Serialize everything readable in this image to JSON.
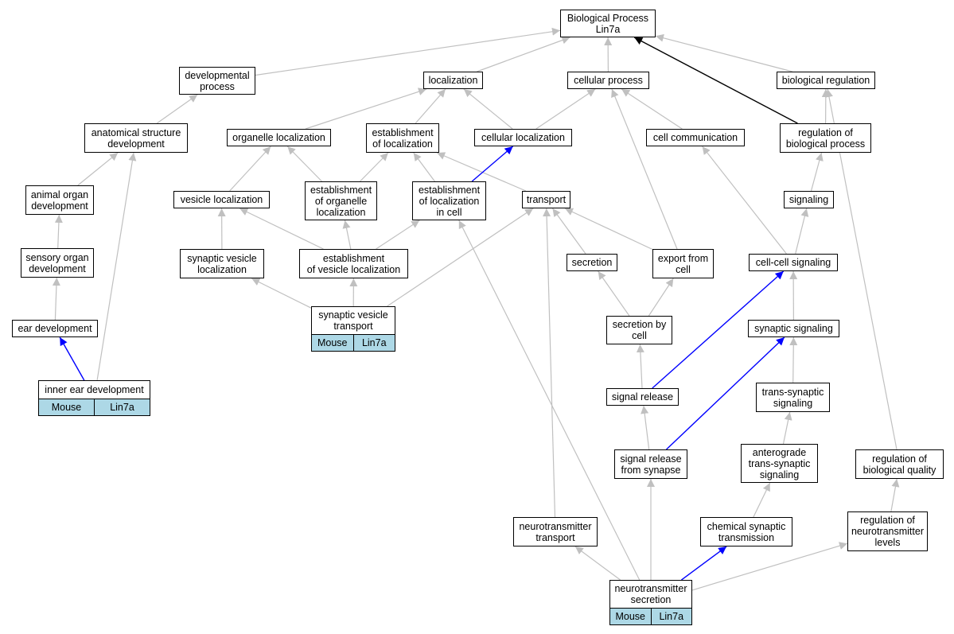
{
  "nodes": [
    {
      "id": "bp",
      "lines": [
        "Biological Process",
        "Lin7a"
      ]
    },
    {
      "id": "devproc",
      "lines": [
        "developmental",
        "process"
      ]
    },
    {
      "id": "localization",
      "lines": [
        "localization"
      ]
    },
    {
      "id": "cellproc",
      "lines": [
        "cellular process"
      ]
    },
    {
      "id": "bioreg",
      "lines": [
        "biological regulation"
      ]
    },
    {
      "id": "anatdev",
      "lines": [
        "anatomical structure",
        "development"
      ]
    },
    {
      "id": "orgloc",
      "lines": [
        "organelle localization"
      ]
    },
    {
      "id": "estloc",
      "lines": [
        "establishment",
        "of localization"
      ]
    },
    {
      "id": "cellloc",
      "lines": [
        "cellular localization"
      ]
    },
    {
      "id": "cellcomm",
      "lines": [
        "cell communication"
      ]
    },
    {
      "id": "regbp",
      "lines": [
        "regulation of",
        "biological process"
      ]
    },
    {
      "id": "animorg",
      "lines": [
        "animal organ",
        "development"
      ]
    },
    {
      "id": "vesloc",
      "lines": [
        "vesicle localization"
      ]
    },
    {
      "id": "estorgloc",
      "lines": [
        "establishment",
        "of organelle",
        "localization"
      ]
    },
    {
      "id": "estlocincell",
      "lines": [
        "establishment",
        "of localization",
        "in cell"
      ]
    },
    {
      "id": "transport",
      "lines": [
        "transport"
      ]
    },
    {
      "id": "signaling",
      "lines": [
        "signaling"
      ]
    },
    {
      "id": "sensorg",
      "lines": [
        "sensory organ",
        "development"
      ]
    },
    {
      "id": "synvesloc",
      "lines": [
        "synaptic vesicle",
        "localization"
      ]
    },
    {
      "id": "estvesloc",
      "lines": [
        "establishment",
        "of vesicle localization"
      ]
    },
    {
      "id": "secretion",
      "lines": [
        "secretion"
      ]
    },
    {
      "id": "export",
      "lines": [
        "export from",
        "cell"
      ]
    },
    {
      "id": "cellcell",
      "lines": [
        "cell-cell signaling"
      ]
    },
    {
      "id": "eardev",
      "lines": [
        "ear development"
      ]
    },
    {
      "id": "synvestr",
      "lines": [
        "synaptic vesicle",
        "transport"
      ],
      "tags": [
        "Mouse",
        "Lin7a"
      ]
    },
    {
      "id": "secbycell",
      "lines": [
        "secretion by",
        "cell"
      ]
    },
    {
      "id": "synsig",
      "lines": [
        "synaptic signaling"
      ]
    },
    {
      "id": "innerear",
      "lines": [
        "inner ear development"
      ],
      "tags": [
        "Mouse",
        "Lin7a"
      ]
    },
    {
      "id": "sigrel",
      "lines": [
        "signal release"
      ]
    },
    {
      "id": "transsyn",
      "lines": [
        "trans-synaptic",
        "signaling"
      ]
    },
    {
      "id": "sigrelsyn",
      "lines": [
        "signal release",
        "from synapse"
      ]
    },
    {
      "id": "antero",
      "lines": [
        "anterograde",
        "trans-synaptic",
        "signaling"
      ]
    },
    {
      "id": "regbq",
      "lines": [
        "regulation of",
        "biological quality"
      ]
    },
    {
      "id": "ntt",
      "lines": [
        "neurotransmitter",
        "transport"
      ]
    },
    {
      "id": "chemsyn",
      "lines": [
        "chemical synaptic",
        "transmission"
      ]
    },
    {
      "id": "regntl",
      "lines": [
        "regulation of",
        "neurotransmitter",
        "levels"
      ]
    },
    {
      "id": "nts",
      "lines": [
        "neurotransmitter",
        "secretion"
      ],
      "tags": [
        "Mouse",
        "Lin7a"
      ]
    }
  ],
  "edges": [
    {
      "from": "devproc",
      "to": "bp",
      "color": "#c0c0c0"
    },
    {
      "from": "localization",
      "to": "bp",
      "color": "#c0c0c0"
    },
    {
      "from": "cellproc",
      "to": "bp",
      "color": "#c0c0c0"
    },
    {
      "from": "bioreg",
      "to": "bp",
      "color": "#c0c0c0"
    },
    {
      "from": "regbp",
      "to": "bp",
      "color": "#000000"
    },
    {
      "from": "anatdev",
      "to": "devproc",
      "color": "#c0c0c0"
    },
    {
      "from": "orgloc",
      "to": "localization",
      "color": "#c0c0c0"
    },
    {
      "from": "estloc",
      "to": "localization",
      "color": "#c0c0c0"
    },
    {
      "from": "cellloc",
      "to": "localization",
      "color": "#c0c0c0"
    },
    {
      "from": "cellloc",
      "to": "cellproc",
      "color": "#c0c0c0"
    },
    {
      "from": "cellcomm",
      "to": "cellproc",
      "color": "#c0c0c0"
    },
    {
      "from": "export",
      "to": "cellproc",
      "color": "#c0c0c0"
    },
    {
      "from": "regbp",
      "to": "bioreg",
      "color": "#c0c0c0"
    },
    {
      "from": "regbq",
      "to": "bioreg",
      "color": "#c0c0c0"
    },
    {
      "from": "animorg",
      "to": "anatdev",
      "color": "#c0c0c0"
    },
    {
      "from": "innerear",
      "to": "anatdev",
      "color": "#c0c0c0"
    },
    {
      "from": "vesloc",
      "to": "orgloc",
      "color": "#c0c0c0"
    },
    {
      "from": "estorgloc",
      "to": "orgloc",
      "color": "#c0c0c0"
    },
    {
      "from": "estorgloc",
      "to": "estloc",
      "color": "#c0c0c0"
    },
    {
      "from": "estlocincell",
      "to": "estloc",
      "color": "#c0c0c0"
    },
    {
      "from": "transport",
      "to": "estloc",
      "color": "#c0c0c0"
    },
    {
      "from": "estlocincell",
      "to": "cellloc",
      "color": "#0000ff"
    },
    {
      "from": "cellcell",
      "to": "cellcomm",
      "color": "#c0c0c0"
    },
    {
      "from": "signaling",
      "to": "regbp",
      "color": "#c0c0c0"
    },
    {
      "from": "sensorg",
      "to": "animorg",
      "color": "#c0c0c0"
    },
    {
      "from": "synvesloc",
      "to": "vesloc",
      "color": "#c0c0c0"
    },
    {
      "from": "estvesloc",
      "to": "vesloc",
      "color": "#c0c0c0"
    },
    {
      "from": "estvesloc",
      "to": "estorgloc",
      "color": "#c0c0c0"
    },
    {
      "from": "estvesloc",
      "to": "estlocincell",
      "color": "#c0c0c0"
    },
    {
      "from": "nts",
      "to": "estlocincell",
      "color": "#c0c0c0"
    },
    {
      "from": "synvestr",
      "to": "transport",
      "color": "#c0c0c0"
    },
    {
      "from": "secretion",
      "to": "transport",
      "color": "#c0c0c0"
    },
    {
      "from": "export",
      "to": "transport",
      "color": "#c0c0c0"
    },
    {
      "from": "ntt",
      "to": "transport",
      "color": "#c0c0c0"
    },
    {
      "from": "cellcell",
      "to": "signaling",
      "color": "#c0c0c0"
    },
    {
      "from": "eardev",
      "to": "sensorg",
      "color": "#c0c0c0"
    },
    {
      "from": "synvestr",
      "to": "synvesloc",
      "color": "#c0c0c0"
    },
    {
      "from": "synvestr",
      "to": "estvesloc",
      "color": "#c0c0c0"
    },
    {
      "from": "secbycell",
      "to": "secretion",
      "color": "#c0c0c0"
    },
    {
      "from": "secbycell",
      "to": "export",
      "color": "#c0c0c0"
    },
    {
      "from": "synsig",
      "to": "cellcell",
      "color": "#c0c0c0"
    },
    {
      "from": "sigrel",
      "to": "cellcell",
      "color": "#0000ff"
    },
    {
      "from": "innerear",
      "to": "eardev",
      "color": "#0000ff"
    },
    {
      "from": "sigrel",
      "to": "secbycell",
      "color": "#c0c0c0"
    },
    {
      "from": "transsyn",
      "to": "synsig",
      "color": "#c0c0c0"
    },
    {
      "from": "sigrelsyn",
      "to": "synsig",
      "color": "#0000ff"
    },
    {
      "from": "sigrelsyn",
      "to": "sigrel",
      "color": "#c0c0c0"
    },
    {
      "from": "antero",
      "to": "transsyn",
      "color": "#c0c0c0"
    },
    {
      "from": "chemsyn",
      "to": "antero",
      "color": "#c0c0c0"
    },
    {
      "from": "regntl",
      "to": "regbq",
      "color": "#c0c0c0"
    },
    {
      "from": "nts",
      "to": "ntt",
      "color": "#c0c0c0"
    },
    {
      "from": "nts",
      "to": "sigrelsyn",
      "color": "#c0c0c0"
    },
    {
      "from": "nts",
      "to": "chemsyn",
      "color": "#0000ff"
    },
    {
      "from": "nts",
      "to": "regntl",
      "color": "#c0c0c0"
    }
  ]
}
